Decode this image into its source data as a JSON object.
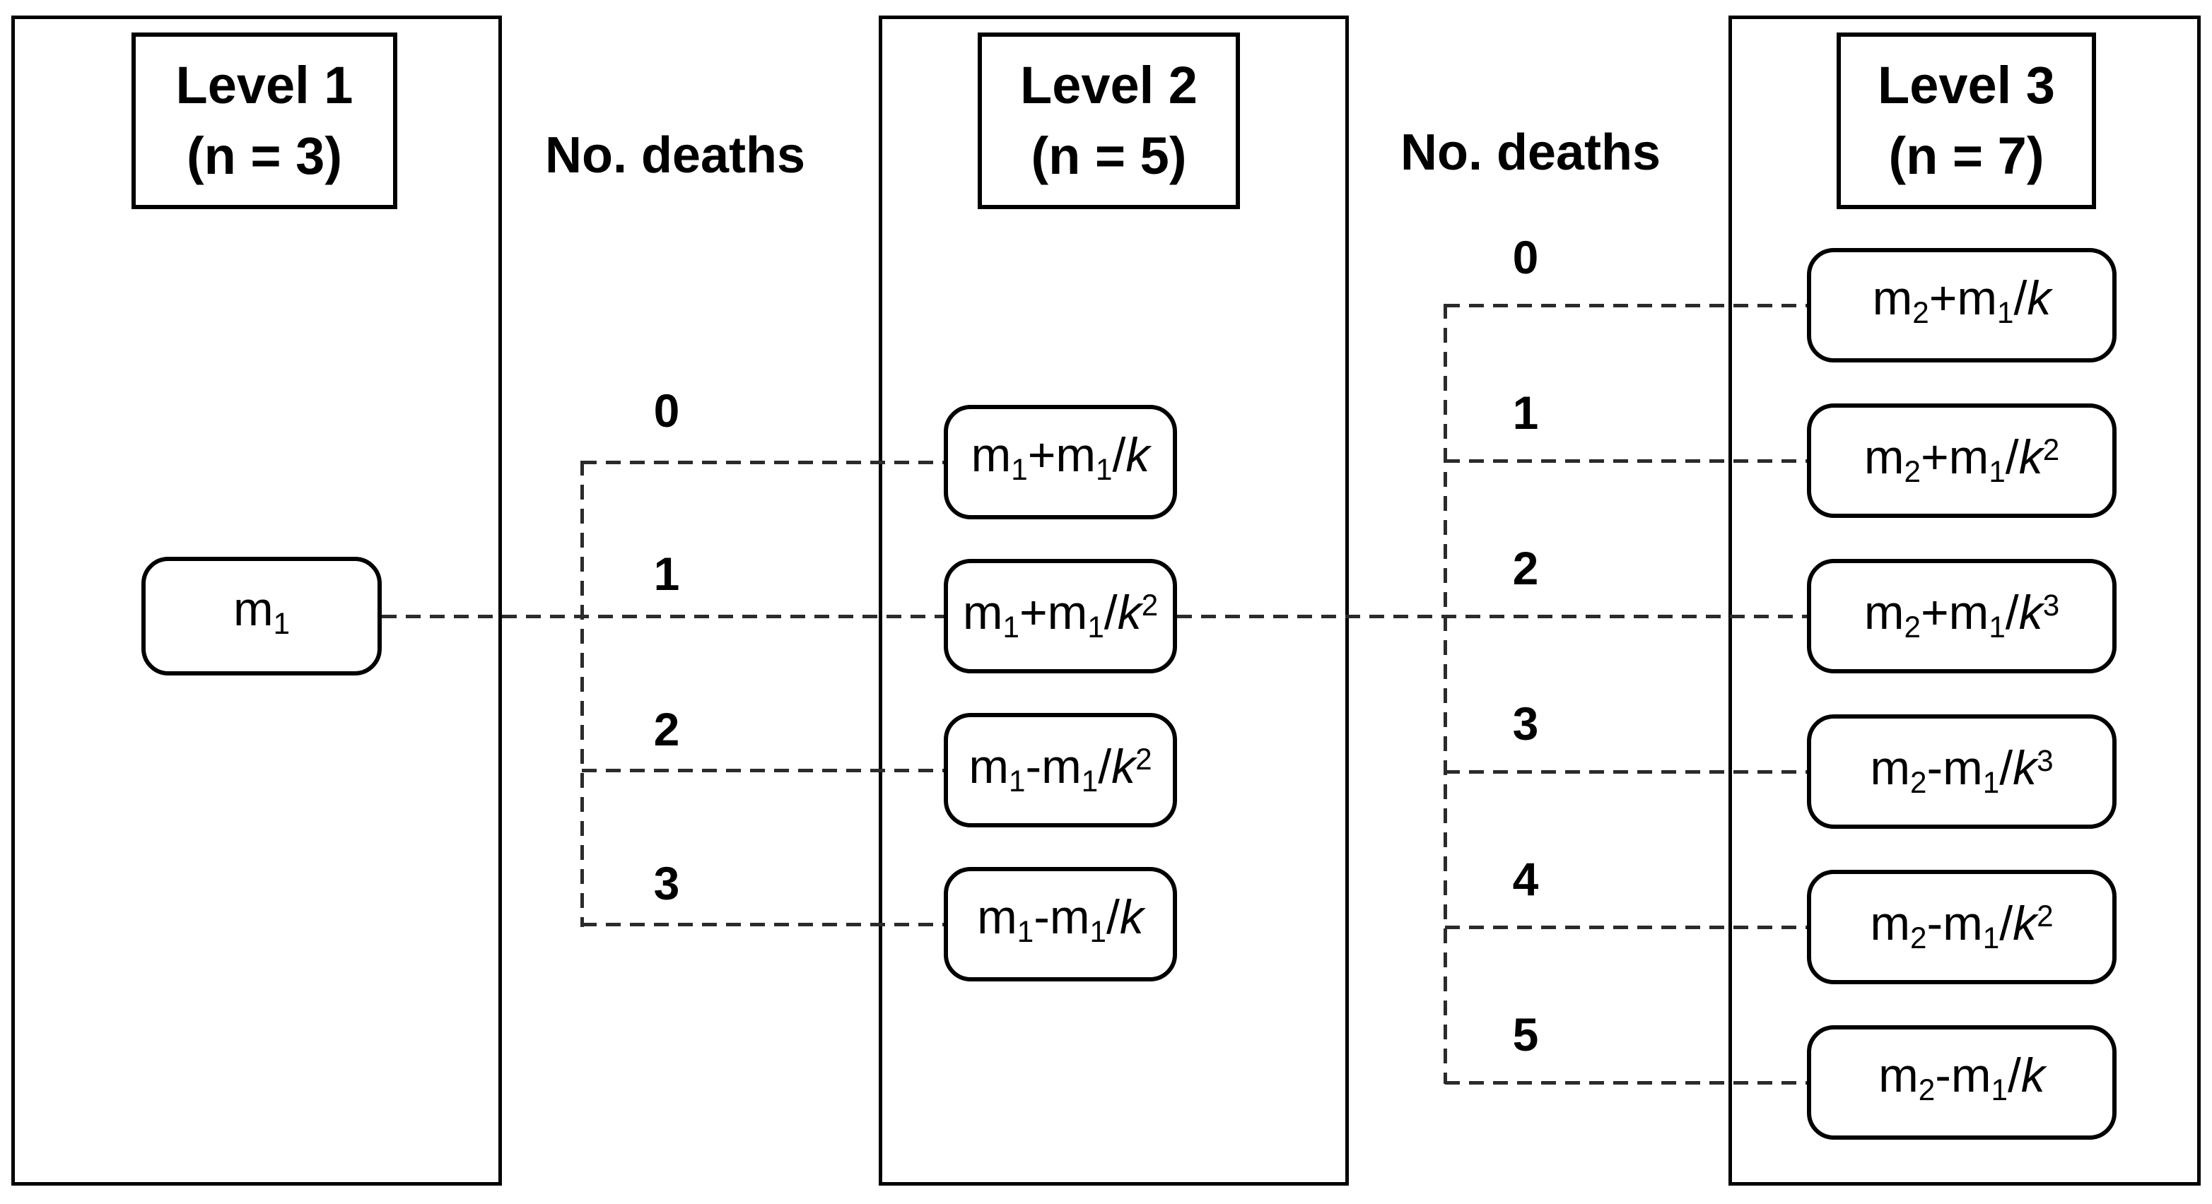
{
  "diagram": {
    "colors": {
      "ink": "#000000",
      "dash": "#2b2b2b",
      "background": "#ffffff"
    },
    "columns": [
      {
        "header_line1": "Level 1",
        "header_line2": "(n = 3)"
      },
      {
        "header_line1": "Level 2",
        "header_line2": "(n = 5)"
      },
      {
        "header_line1": "Level 3",
        "header_line2": "(n = 7)"
      }
    ],
    "gap_labels": [
      {
        "text": "No. deaths"
      },
      {
        "text": "No. deaths"
      }
    ],
    "left_gap_numbers": [
      "0",
      "1",
      "2",
      "3"
    ],
    "right_gap_numbers": [
      "0",
      "1",
      "2",
      "3",
      "4",
      "5"
    ],
    "level1_boxes": [
      {
        "label": "m₁",
        "parts": [
          [
            "t",
            "m"
          ],
          [
            "sub",
            "1"
          ]
        ]
      }
    ],
    "level2_boxes": [
      {
        "label": "m₁+m₁/k",
        "parts": [
          [
            "t",
            "m"
          ],
          [
            "sub",
            "1"
          ],
          [
            "t",
            "+m"
          ],
          [
            "sub",
            "1"
          ],
          [
            "t",
            "/"
          ],
          [
            "it",
            "k"
          ]
        ]
      },
      {
        "label": "m₁+m₁/k²",
        "parts": [
          [
            "t",
            "m"
          ],
          [
            "sub",
            "1"
          ],
          [
            "t",
            "+m"
          ],
          [
            "sub",
            "1"
          ],
          [
            "t",
            "/"
          ],
          [
            "it",
            "k"
          ],
          [
            "sup",
            "2"
          ]
        ]
      },
      {
        "label": "m₁-m₁/k²",
        "parts": [
          [
            "t",
            "m"
          ],
          [
            "sub",
            "1"
          ],
          [
            "t",
            "-m"
          ],
          [
            "sub",
            "1"
          ],
          [
            "t",
            "/"
          ],
          [
            "it",
            "k"
          ],
          [
            "sup",
            "2"
          ]
        ]
      },
      {
        "label": "m₁-m₁/k",
        "parts": [
          [
            "t",
            "m"
          ],
          [
            "sub",
            "1"
          ],
          [
            "t",
            "-m"
          ],
          [
            "sub",
            "1"
          ],
          [
            "t",
            "/"
          ],
          [
            "it",
            "k"
          ]
        ]
      }
    ],
    "level3_boxes": [
      {
        "label": "m₂+m₁/k",
        "parts": [
          [
            "t",
            "m"
          ],
          [
            "sub",
            "2"
          ],
          [
            "t",
            "+m"
          ],
          [
            "sub",
            "1"
          ],
          [
            "t",
            "/"
          ],
          [
            "it",
            "k"
          ]
        ]
      },
      {
        "label": "m₂+m₁/k²",
        "parts": [
          [
            "t",
            "m"
          ],
          [
            "sub",
            "2"
          ],
          [
            "t",
            "+m"
          ],
          [
            "sub",
            "1"
          ],
          [
            "t",
            "/"
          ],
          [
            "it",
            "k"
          ],
          [
            "sup",
            "2"
          ]
        ]
      },
      {
        "label": "m₂+m₁/k³",
        "parts": [
          [
            "t",
            "m"
          ],
          [
            "sub",
            "2"
          ],
          [
            "t",
            "+m"
          ],
          [
            "sub",
            "1"
          ],
          [
            "t",
            "/"
          ],
          [
            "it",
            "k"
          ],
          [
            "sup",
            "3"
          ]
        ]
      },
      {
        "label": "m₂-m₁/k³",
        "parts": [
          [
            "t",
            "m"
          ],
          [
            "sub",
            "2"
          ],
          [
            "t",
            "-m"
          ],
          [
            "sub",
            "1"
          ],
          [
            "t",
            "/"
          ],
          [
            "it",
            "k"
          ],
          [
            "sup",
            "3"
          ]
        ]
      },
      {
        "label": "m₂-m₁/k²",
        "parts": [
          [
            "t",
            "m"
          ],
          [
            "sub",
            "2"
          ],
          [
            "t",
            "-m"
          ],
          [
            "sub",
            "1"
          ],
          [
            "t",
            "/"
          ],
          [
            "it",
            "k"
          ],
          [
            "sup",
            "2"
          ]
        ]
      },
      {
        "label": "m₂-m₁/k",
        "parts": [
          [
            "t",
            "m"
          ],
          [
            "sub",
            "2"
          ],
          [
            "t",
            "-m"
          ],
          [
            "sub",
            "1"
          ],
          [
            "t",
            "/"
          ],
          [
            "it",
            "k"
          ]
        ]
      }
    ]
  }
}
